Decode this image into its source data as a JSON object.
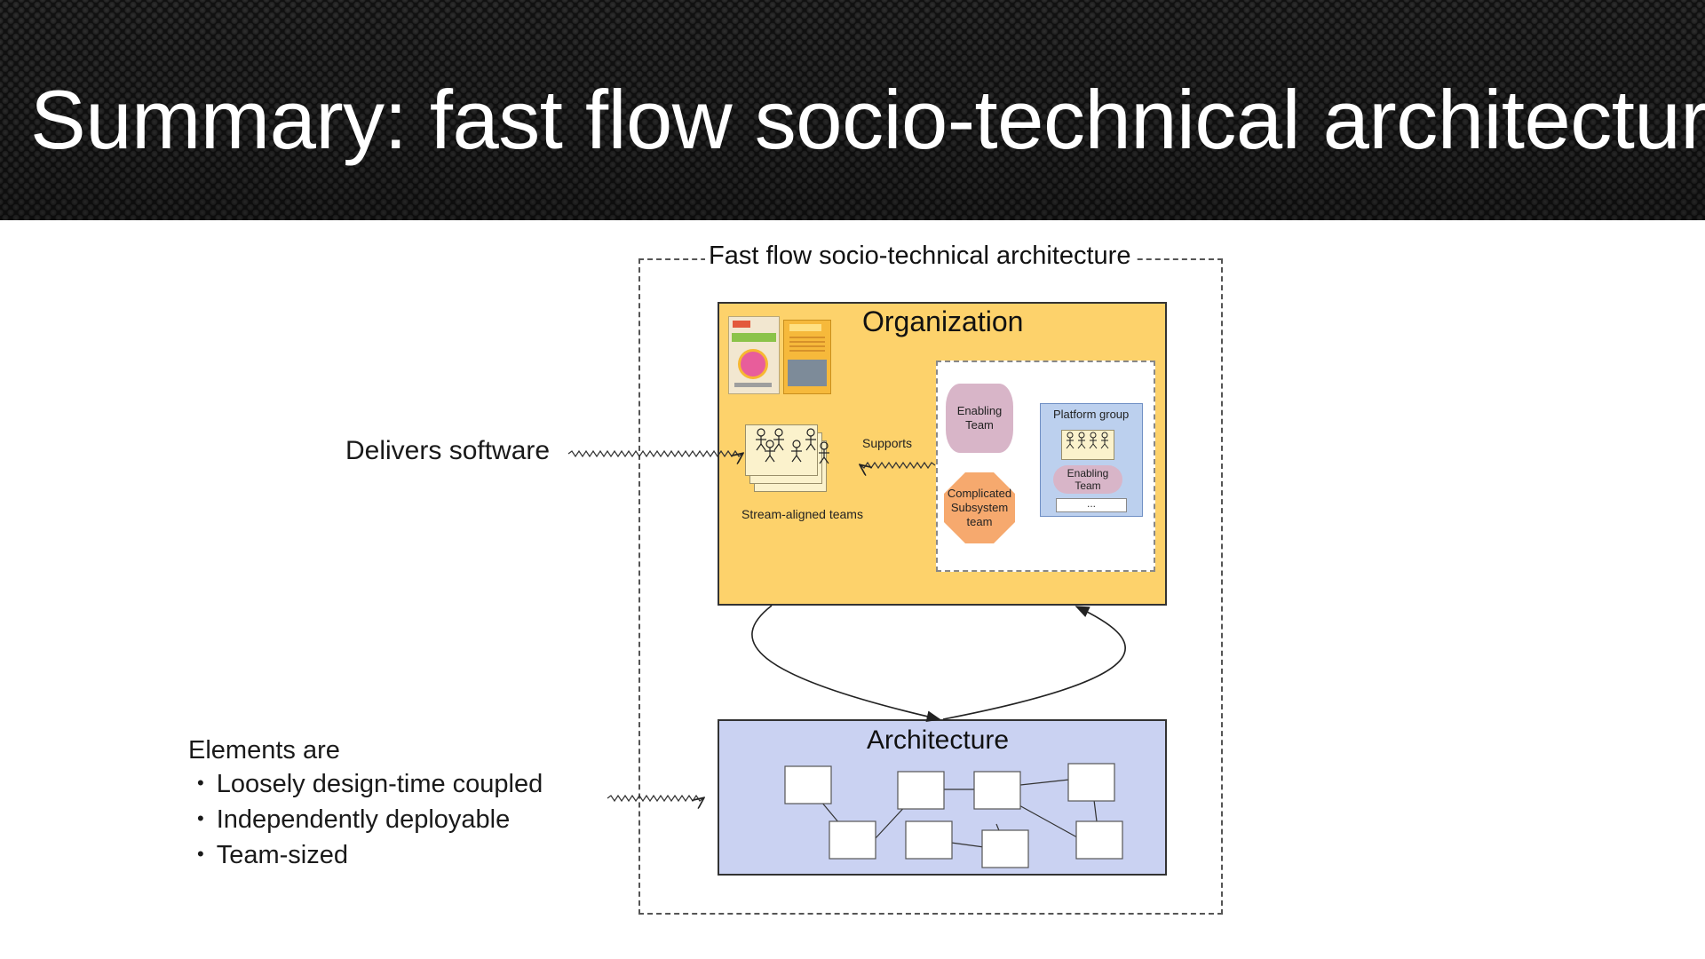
{
  "slide": {
    "title": "Summary: fast flow socio-technical architecture"
  },
  "annotations": {
    "delivers": "Delivers software",
    "elements_intro": "Elements are",
    "elements_items": [
      "Loosely design-time coupled",
      "Independently deployable",
      "Team-sized"
    ]
  },
  "diagram": {
    "outer_label": "Fast flow socio-technical architecture",
    "organization": {
      "label": "Organization",
      "stream_aligned_label": "Stream-aligned teams",
      "supports_label": "Supports",
      "enabling_team": "Enabling Team",
      "complicated_subsystem": "Complicated Subsystem team",
      "platform_group": "Platform group",
      "platform_enabling_team": "Enabling Team",
      "platform_ellipsis": "...",
      "books": [
        "team-topologies-book",
        "devops-handbook-book"
      ]
    },
    "architecture": {
      "label": "Architecture"
    }
  },
  "colors": {
    "organization_fill": "#fdd26b",
    "architecture_fill": "#cad2f2",
    "enabling_fill": "#d8b5c8",
    "complicated_fill": "#f6a96e",
    "platform_fill": "#bcd0ee",
    "stream_card_fill": "#fbf2cc"
  }
}
